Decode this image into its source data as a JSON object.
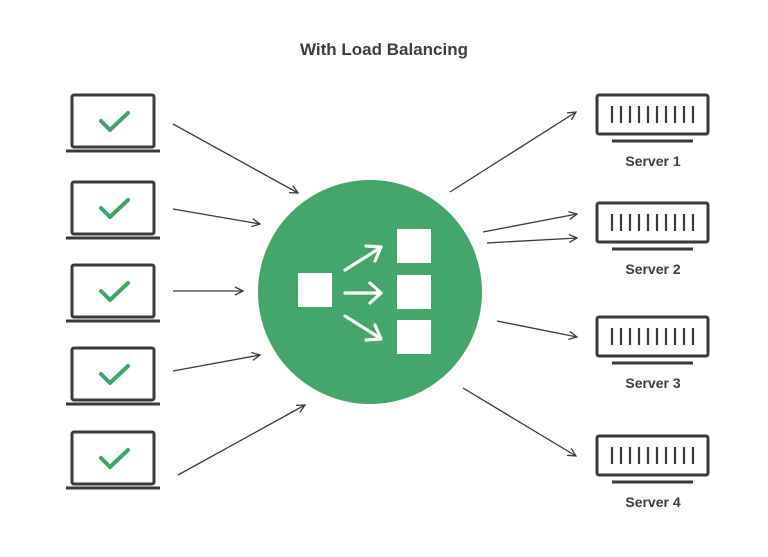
{
  "title": "With Load Balancing",
  "clients": [
    {
      "status": "ok",
      "icon": "check-icon"
    },
    {
      "status": "ok",
      "icon": "check-icon"
    },
    {
      "status": "ok",
      "icon": "check-icon"
    },
    {
      "status": "ok",
      "icon": "check-icon"
    },
    {
      "status": "ok",
      "icon": "check-icon"
    }
  ],
  "servers": [
    {
      "label": "Server 1"
    },
    {
      "label": "Server 2"
    },
    {
      "label": "Server 3"
    },
    {
      "label": "Server 4"
    }
  ],
  "colors": {
    "accent": "#44a66a",
    "stroke": "#3a3a3a",
    "check": "#3aa866",
    "text": "#3d3d3d"
  }
}
